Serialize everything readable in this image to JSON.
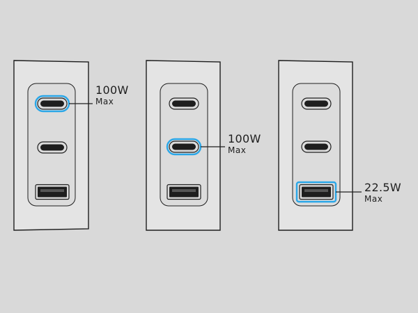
{
  "colors": {
    "background": "#d9d9d9",
    "panel_fill": "#e4e4e4",
    "panel_stroke": "#1e1e1e",
    "port_fill": "#1e1e1e",
    "highlight": "#2aa7e8"
  },
  "chargers": [
    {
      "ports": [
        {
          "type": "usb-c",
          "icon": "usb-c-port-icon",
          "highlighted": true
        },
        {
          "type": "usb-c",
          "icon": "usb-c-port-icon",
          "highlighted": false
        },
        {
          "type": "usb-a",
          "icon": "usb-a-port-icon",
          "highlighted": false
        }
      ],
      "callout": {
        "port_index": 0,
        "watts": "100W",
        "max": "Max"
      }
    },
    {
      "ports": [
        {
          "type": "usb-c",
          "icon": "usb-c-port-icon",
          "highlighted": false
        },
        {
          "type": "usb-c",
          "icon": "usb-c-port-icon",
          "highlighted": true
        },
        {
          "type": "usb-a",
          "icon": "usb-a-port-icon",
          "highlighted": false
        }
      ],
      "callout": {
        "port_index": 1,
        "watts": "100W",
        "max": "Max"
      }
    },
    {
      "ports": [
        {
          "type": "usb-c",
          "icon": "usb-c-port-icon",
          "highlighted": false
        },
        {
          "type": "usb-c",
          "icon": "usb-c-port-icon",
          "highlighted": false
        },
        {
          "type": "usb-a",
          "icon": "usb-a-port-icon",
          "highlighted": true
        }
      ],
      "callout": {
        "port_index": 2,
        "watts": "22.5W",
        "max": "Max"
      }
    }
  ]
}
